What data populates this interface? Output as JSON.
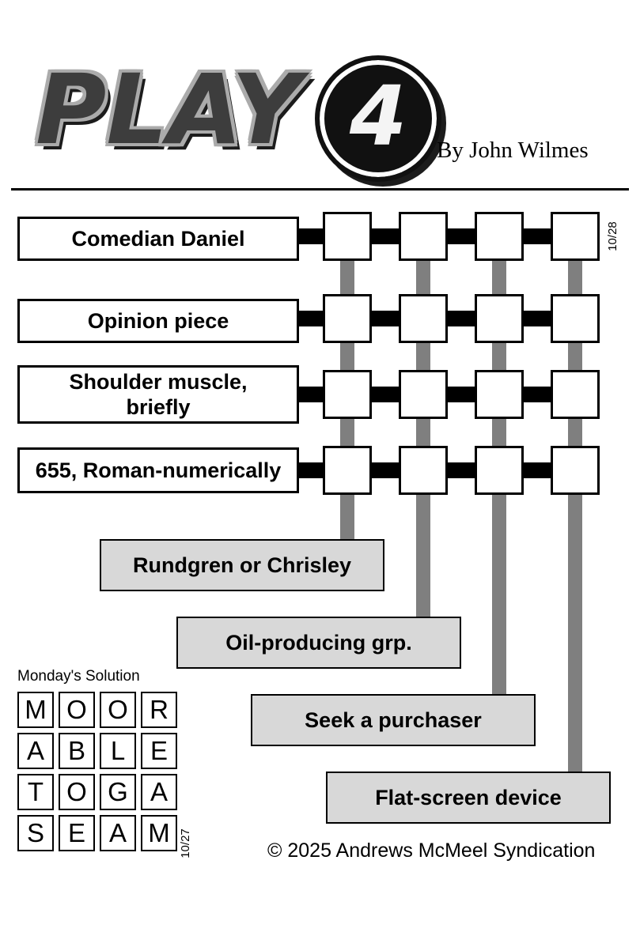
{
  "header": {
    "logo_play": "PLAY",
    "logo_four": "4",
    "byline": "By John Wilmes"
  },
  "puzzle": {
    "date": "10/28",
    "across_clues": [
      "Comedian Daniel",
      "Opinion piece",
      "Shoulder muscle, briefly",
      "655, Roman-numerically"
    ],
    "down_clues": [
      "Rundgren or Chrisley",
      "Oil-producing grp.",
      "Seek a purchaser",
      "Flat-screen device"
    ],
    "grid_rows": 4,
    "grid_cols": 4
  },
  "solution": {
    "label": "Monday's Solution",
    "date": "10/27",
    "rows": [
      [
        "M",
        "O",
        "O",
        "R"
      ],
      [
        "A",
        "B",
        "L",
        "E"
      ],
      [
        "T",
        "O",
        "G",
        "A"
      ],
      [
        "S",
        "E",
        "A",
        "M"
      ]
    ]
  },
  "footer": {
    "copyright": "© 2025 Andrews McMeel Syndication"
  },
  "colors": {
    "connector_black": "#000000",
    "connector_gray": "#7f7f7f",
    "down_clue_bg": "#d8d8d8",
    "logo_dark": "#1c1c1c"
  }
}
